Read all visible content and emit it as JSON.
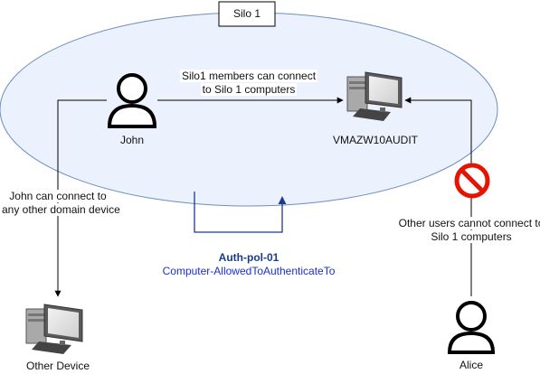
{
  "silo": {
    "title": "Silo 1"
  },
  "john": {
    "label": "John"
  },
  "alice": {
    "label": "Alice"
  },
  "target_computer": {
    "label": "VMAZW10AUDIT"
  },
  "other_device": {
    "label": "Other Device"
  },
  "edges": {
    "john_to_computer": [
      "Silo1 members can connect",
      "to Silo 1 computers"
    ],
    "john_to_other": [
      "John can connect to",
      "any other domain device"
    ],
    "alice_blocked": [
      "Other users cannot connect to",
      "Silo 1 computers"
    ]
  },
  "policy": {
    "name": "Auth-pol-01",
    "attribute": "Computer-AllowedToAuthenticateTo"
  },
  "icons": {
    "user": "person-icon",
    "computer": "desktop-computer-icon",
    "deny": "prohibited-icon"
  },
  "colors": {
    "silo_fill": "#dae8fc",
    "silo_stroke": "#6c8ebf",
    "policy_arrow": "#1e3a8a",
    "deny_red": "#e51400"
  }
}
